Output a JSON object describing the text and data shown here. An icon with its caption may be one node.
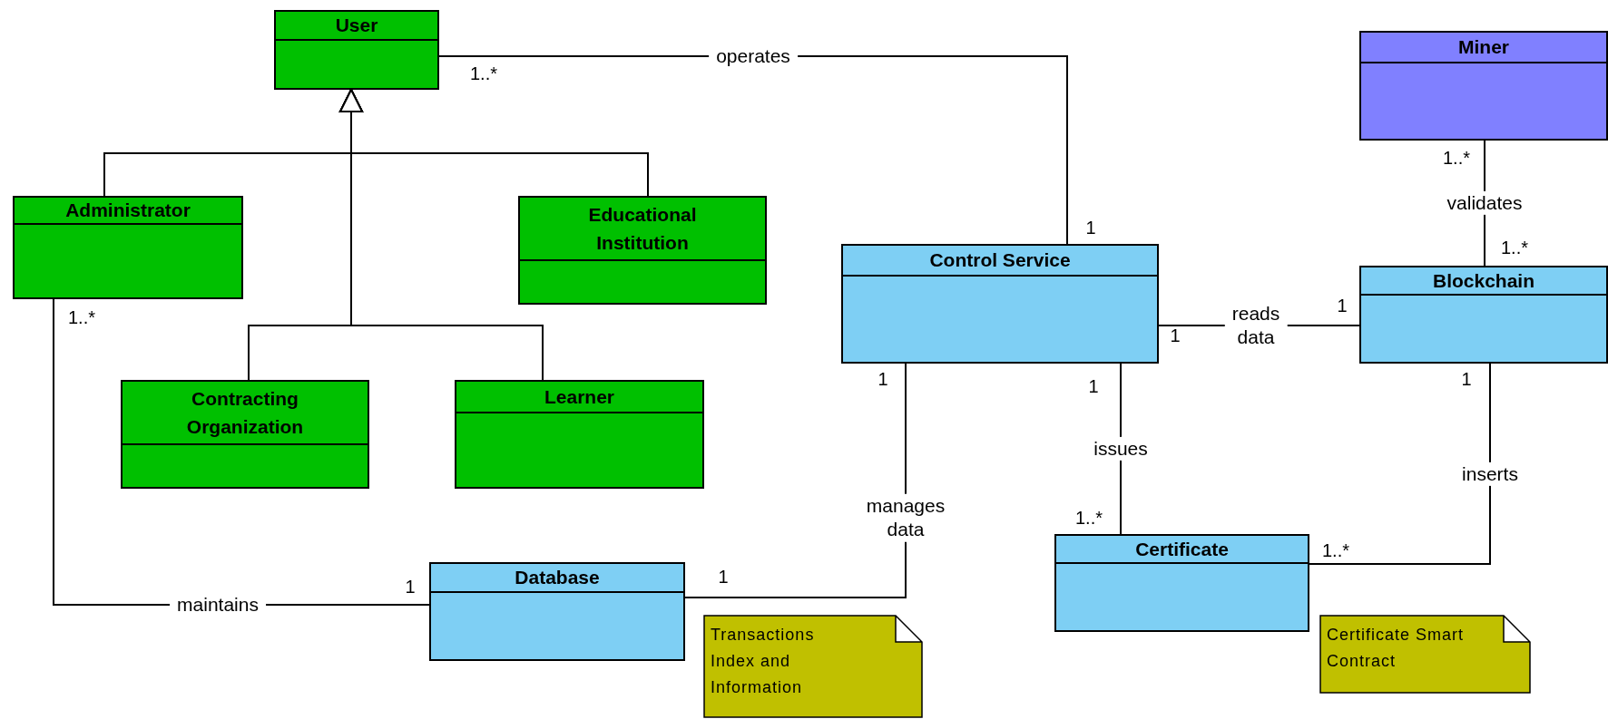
{
  "diagram": {
    "nodes": [
      {
        "text": [
          "User"
        ]
      },
      {
        "text": [
          "Administrator"
        ]
      },
      {
        "text": [
          "Educational Institution"
        ]
      },
      {
        "text": [
          "Contracting Organization"
        ]
      },
      {
        "text": [
          "Learner"
        ]
      },
      {
        "text": [
          "Control Service"
        ]
      },
      {
        "text": [
          "Miner"
        ]
      },
      {
        "text": [
          "Blockchain"
        ]
      },
      {
        "text": [
          "Database"
        ]
      },
      {
        "text": [
          "Certificate"
        ]
      },
      {
        "text": [
          "Transactions Index and Information"
        ]
      },
      {
        "text": [
          "Certificate Smart Contract"
        ]
      }
    ],
    "edges": [
      {
        "from": 1,
        "to": 0,
        "arrow": "to"
      },
      {
        "from": 2,
        "to": 0,
        "arrow": "to"
      },
      {
        "from": 3,
        "to": 0,
        "arrow": "to"
      },
      {
        "from": 4,
        "to": 0,
        "arrow": "to"
      },
      {
        "from": 0,
        "to": 5,
        "arrow": "none",
        "label": "operates"
      },
      {
        "from": 1,
        "to": 8,
        "arrow": "none",
        "label": "maintains"
      },
      {
        "from": 5,
        "to": 7,
        "arrow": "none",
        "label": "reads data"
      },
      {
        "from": 5,
        "to": 8,
        "arrow": "none",
        "label": "manages data"
      },
      {
        "from": 5,
        "to": 9,
        "arrow": "none",
        "label": "issues"
      },
      {
        "from": 6,
        "to": 7,
        "arrow": "none",
        "label": "validates"
      },
      {
        "from": 7,
        "to": 9,
        "arrow": "none",
        "label": "inserts"
      }
    ],
    "labels": [
      "1..*",
      "1..*",
      "1",
      "1..*",
      "1",
      "1..*",
      "1",
      "1",
      "1",
      "1",
      "1..*",
      "1..*",
      "1",
      "1"
    ]
  }
}
